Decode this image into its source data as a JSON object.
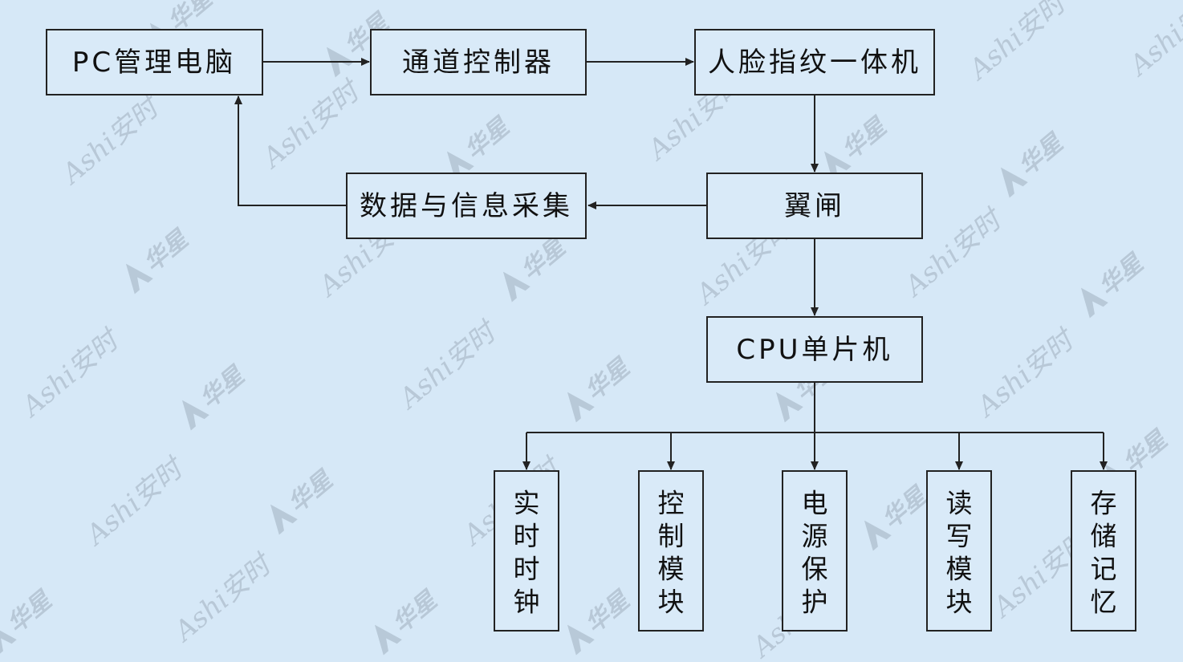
{
  "watermark": {
    "brand_text": "Ashi安时",
    "logo_text": "华星"
  },
  "nodes": {
    "pc": "PC管理电脑",
    "channel_controller": "通道控制器",
    "face_finger": "人脸指纹一体机",
    "data_collect": "数据与信息采集",
    "wing_gate": "翼闸",
    "cpu": "CPU单片机",
    "rtc": "实时时钟",
    "control": "控制模块",
    "power": "电源保护",
    "rw": "读写模块",
    "memory": "存储记忆"
  }
}
